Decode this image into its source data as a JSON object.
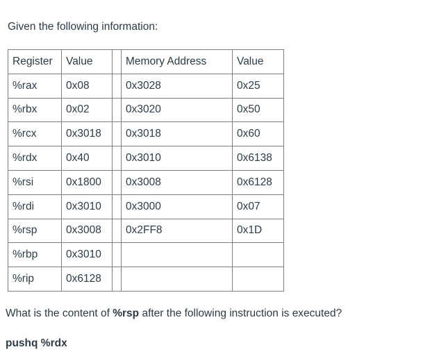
{
  "intro": {
    "text": "Given the following information:"
  },
  "table": {
    "headers": {
      "register": "Register",
      "register_value": "Value",
      "memory_address": "Memory Address",
      "memory_value": "Value"
    },
    "rows": [
      {
        "register": "%rax",
        "register_value": "0x08",
        "memory_address": "0x3028",
        "memory_value": "0x25"
      },
      {
        "register": "%rbx",
        "register_value": "0x02",
        "memory_address": "0x3020",
        "memory_value": "0x50"
      },
      {
        "register": "%rcx",
        "register_value": "0x3018",
        "memory_address": "0x3018",
        "memory_value": "0x60"
      },
      {
        "register": "%rdx",
        "register_value": "0x40",
        "memory_address": "0x3010",
        "memory_value": "0x6138"
      },
      {
        "register": "%rsi",
        "register_value": "0x1800",
        "memory_address": "0x3008",
        "memory_value": "0x6128"
      },
      {
        "register": "%rdi",
        "register_value": "0x3010",
        "memory_address": "0x3000",
        "memory_value": "0x07"
      },
      {
        "register": "%rsp",
        "register_value": "0x3008",
        "memory_address": "0x2FF8",
        "memory_value": "0x1D"
      },
      {
        "register": "%rbp",
        "register_value": "0x3010",
        "memory_address": "",
        "memory_value": ""
      },
      {
        "register": "%rip",
        "register_value": "0x6128",
        "memory_address": "",
        "memory_value": ""
      }
    ]
  },
  "question": {
    "prefix": "What is the content of ",
    "register": "%rsp",
    "suffix": " after the following instruction is executed?"
  },
  "instruction": {
    "text": "pushq %rdx"
  },
  "colors": {
    "text": "#2d3b45",
    "border": "#7f7f7f",
    "background": "#ffffff"
  }
}
